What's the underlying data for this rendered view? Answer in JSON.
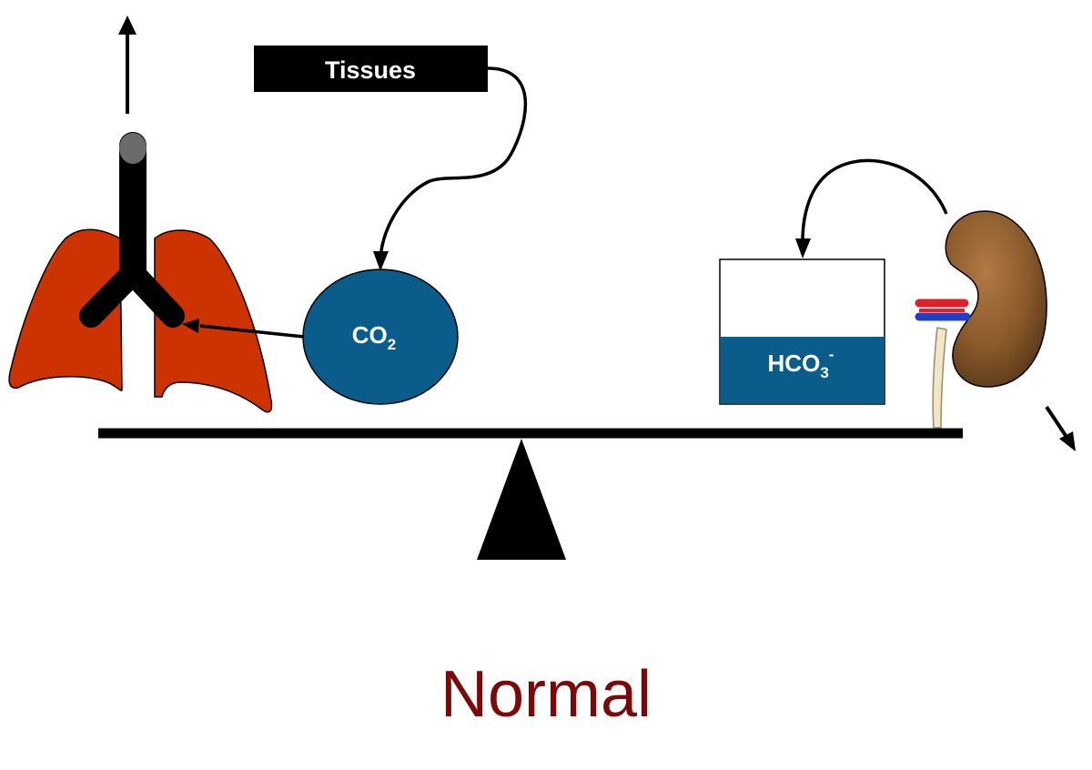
{
  "labels": {
    "tissues": "Tissues",
    "co2_main": "CO",
    "co2_sub": "2",
    "hco3_main": "HCO",
    "hco3_sub": "3",
    "hco3_sup": "-"
  },
  "caption": "Normal",
  "colors": {
    "lung": "#cc3300",
    "co2_circle": "#0a5d8a",
    "bicarbonate_fill": "#0a5d8a",
    "kidney": "#8b5a2b",
    "caption": "#7a0a0a",
    "artery": "#e0202a",
    "vein": "#2040c0"
  },
  "icons": {
    "lungs": "lungs-icon",
    "kidney": "kidney-icon",
    "fulcrum": "triangle-fulcrum-icon"
  }
}
